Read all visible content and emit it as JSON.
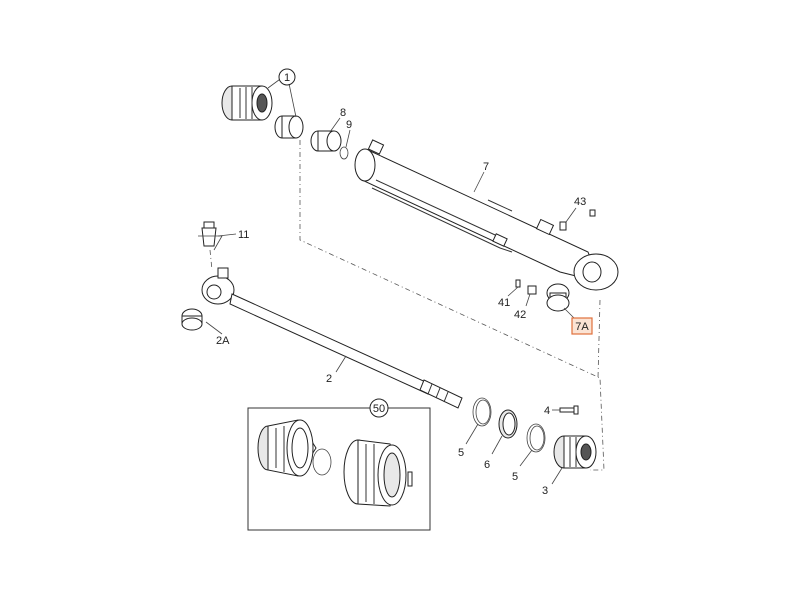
{
  "diagram": {
    "callouts": {
      "c1": "1",
      "c2": "2",
      "c2a": "2A",
      "c3": "3",
      "c4": "4",
      "c5a": "5",
      "c5b": "5",
      "c6": "6",
      "c7": "7",
      "c7a": "7A",
      "c8": "8",
      "c9": "9",
      "c11": "11",
      "c41": "41",
      "c42": "42",
      "c43": "43",
      "c50": "50"
    },
    "highlighted_callout": "7A",
    "colors": {
      "highlight_fill": "#fbe3d4",
      "highlight_border": "#e0703c",
      "line": "#333333"
    }
  }
}
